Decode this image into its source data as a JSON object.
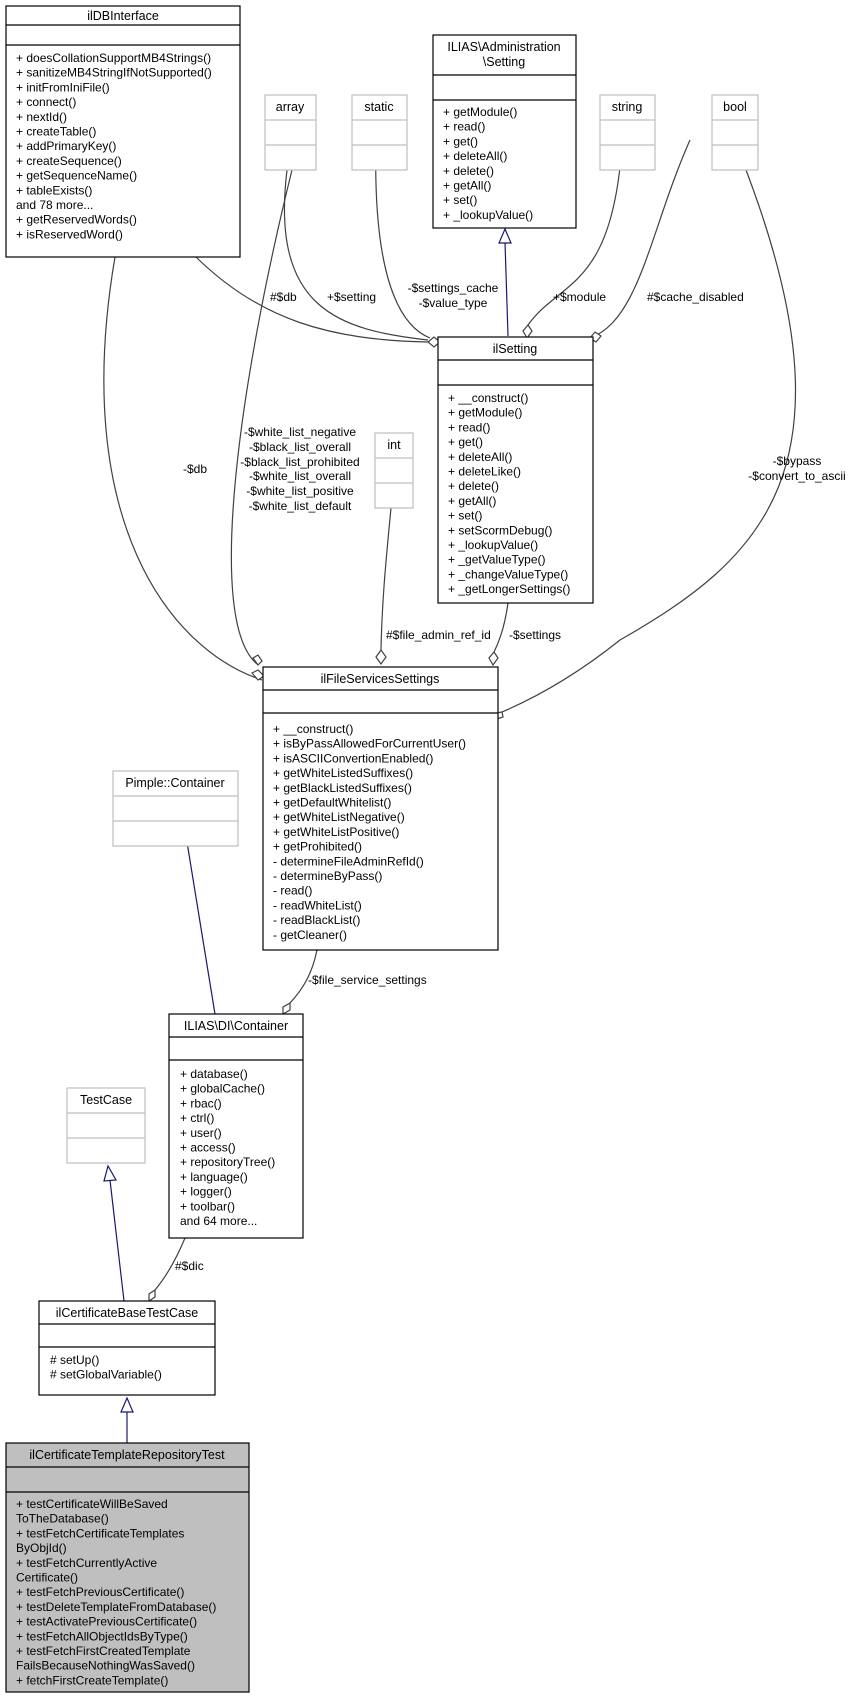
{
  "classes": {
    "ildbinterface": {
      "name": "ilDBInterface",
      "attributes": [],
      "methods": [
        "+ doesCollationSupportMB4Strings()",
        "+ sanitizeMB4StringIfNotSupported()",
        "+ initFromIniFile()",
        "+ connect()",
        "+ nextId()",
        "+ createTable()",
        "+ addPrimaryKey()",
        "+ createSequence()",
        "+ getSequenceName()",
        "+ tableExists()",
        "and 78 more...",
        "+ getReservedWords()",
        "+ isReservedWord()"
      ]
    },
    "array": {
      "name": "array"
    },
    "static": {
      "name": "static"
    },
    "admin_setting": {
      "name_lines": [
        "ILIAS\\Administration",
        "\\Setting"
      ],
      "methods": [
        "+ getModule()",
        "+ read()",
        "+ get()",
        "+ deleteAll()",
        "+ delete()",
        "+ getAll()",
        "+ set()",
        "+ _lookupValue()"
      ]
    },
    "string": {
      "name": "string"
    },
    "bool": {
      "name": "bool"
    },
    "ilsetting": {
      "name": "ilSetting",
      "methods": [
        "+ __construct()",
        "+ getModule()",
        "+ read()",
        "+ get()",
        "+ deleteAll()",
        "+ deleteLike()",
        "+ delete()",
        "+ getAll()",
        "+ set()",
        "+ setScormDebug()",
        "+ _lookupValue()",
        "+ _getValueType()",
        "+ _changeValueType()",
        "+ _getLongerSettings()"
      ]
    },
    "int": {
      "name": "int"
    },
    "filesettings": {
      "name": "ilFileServicesSettings",
      "methods": [
        "+ __construct()",
        "+ isByPassAllowedForCurrentUser()",
        "+ isASCIIConvertionEnabled()",
        "+ getWhiteListedSuffixes()",
        "+ getBlackListedSuffixes()",
        "+ getDefaultWhitelist()",
        "+ getWhiteListNegative()",
        "+ getWhiteListPositive()",
        "+ getProhibited()",
        "- determineFileAdminRefId()",
        "- determineByPass()",
        "- read()",
        "- readWhiteList()",
        "- readBlackList()",
        "- getCleaner()"
      ]
    },
    "pimple": {
      "name": "Pimple::Container"
    },
    "di_container": {
      "name": "ILIAS\\DI\\Container",
      "methods": [
        "+ database()",
        "+ globalCache()",
        "+ rbac()",
        "+ ctrl()",
        "+ user()",
        "+ access()",
        "+ repositoryTree()",
        "+ language()",
        "+ logger()",
        "+ toolbar()",
        "and 64 more..."
      ]
    },
    "testcase": {
      "name": "TestCase"
    },
    "basetestcase": {
      "name": "ilCertificateBaseTestCase",
      "methods": [
        "# setUp()",
        "# setGlobalVariable()"
      ]
    },
    "repotest": {
      "name": "ilCertificateTemplateRepositoryTest",
      "methods": [
        "+ testCertificateWillBeSaved",
        "ToTheDatabase()",
        "+ testFetchCertificateTemplates",
        "ByObjId()",
        "+ testFetchCurrentlyActive",
        "Certificate()",
        "+ testFetchPreviousCertificate()",
        "+ testDeleteTemplateFromDatabase()",
        "+ testActivatePreviousCertificate()",
        "+ testFetchAllObjectIdsByType()",
        "+ testFetchFirstCreatedTemplate",
        "FailsBecauseNothingWasSaved()",
        "+ fetchFirstCreateTemplate()"
      ]
    }
  },
  "edge_labels": {
    "db_setting": "#$db",
    "setting_array": "+$setting",
    "settings_cache": [
      "-$settings_cache",
      "-$value_type"
    ],
    "module": "+$module",
    "cache_disabled": "#$cache_disabled",
    "db_files": "-$db",
    "lists": [
      "-$white_list_negative",
      "-$black_list_overall",
      "-$black_list_prohibited",
      "-$white_list_overall",
      "-$white_list_positive",
      "-$white_list_default"
    ],
    "bypass": [
      "-$bypass",
      "-$convert_to_ascii"
    ],
    "file_admin_ref_id": "#$file_admin_ref_id",
    "settings": "-$settings",
    "file_service_settings": "-$file_service_settings",
    "dic": "#$dic"
  }
}
